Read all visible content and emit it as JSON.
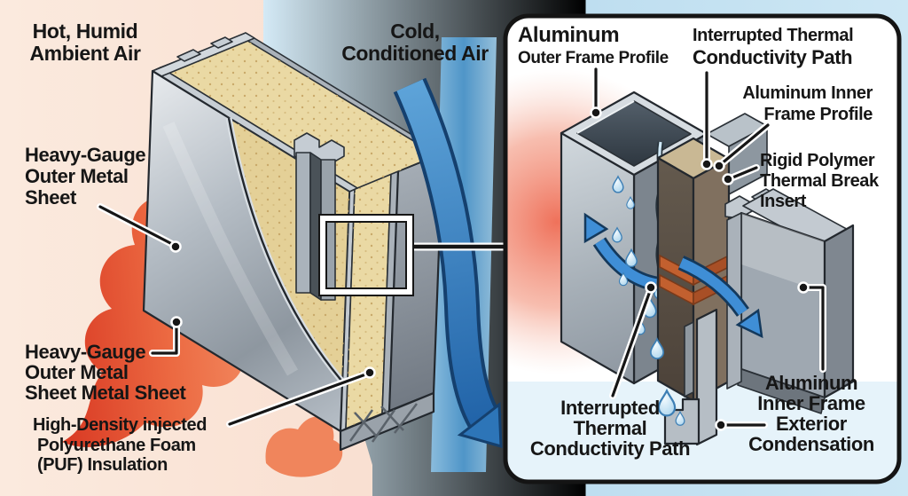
{
  "left": {
    "hot_air": [
      "Hot, Humid",
      "Ambient Air"
    ],
    "cold_air": [
      "Cold,",
      "Conditioned Air"
    ],
    "outer_sheet_upper": [
      "Heavy-Gauge",
      "Outer Metal",
      "Sheet"
    ],
    "outer_sheet_lower": [
      "Heavy-Gauge",
      "Outer Metal",
      "Sheet Metal Sheet"
    ],
    "foam": [
      "High-Density injected",
      "Polyurethane Foam",
      "(PUF) Insulation"
    ]
  },
  "inset": {
    "outer_frame": [
      "Aluminum",
      "Outer Frame Profile"
    ],
    "thermal_path_top": [
      "Interrupted Thermal",
      "Conductivity Path"
    ],
    "inner_frame": [
      "Aluminum Inner",
      "Frame Profile"
    ],
    "thermal_break": [
      "Rigid Polymer",
      "Thermal Break",
      "Insert"
    ],
    "thermal_path_bottom": [
      "Interrupted",
      "Thermal",
      "Conductivity Path"
    ],
    "condensation": [
      "Aluminum",
      "Inner Frame",
      "Exterior",
      "Condensation"
    ]
  },
  "colors": {
    "hot_flame": "#e0492c",
    "cold_arrow": "#2d75b8",
    "foam_tan": "#ead9a4",
    "metal_gray": "#aeb6be",
    "copper_band": "#c2602f",
    "polymer_brown": "#5d5248",
    "label_text": "#161616",
    "hot_bg": "#f7d3c3",
    "cold_bg": "#bfe0f0"
  }
}
